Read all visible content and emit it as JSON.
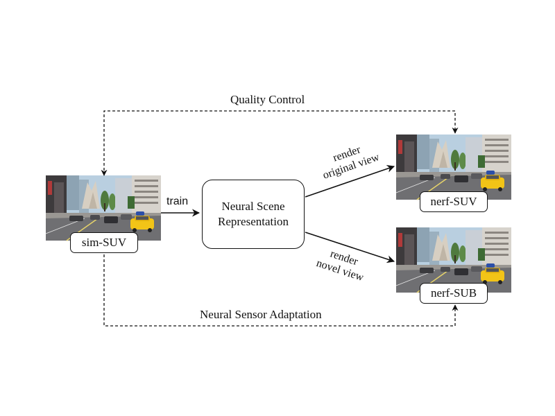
{
  "top_label": "Quality Control",
  "bottom_label": "Neural Sensor Adaptation",
  "train_label": "train",
  "center": {
    "line1": "Neural Scene",
    "line2": "Representation"
  },
  "render_top": {
    "line1": "render",
    "line2": "original view"
  },
  "render_bottom": {
    "line1": "render",
    "line2": "novel view"
  },
  "images": {
    "sim": "sim-SUV",
    "nerf_suv": "nerf-SUV",
    "nerf_sub": "nerf-SUB"
  },
  "colors": {
    "sky": "#b9cfe0",
    "road": "#6f6f72",
    "taxi": "#f2c417",
    "line": "#111111"
  }
}
